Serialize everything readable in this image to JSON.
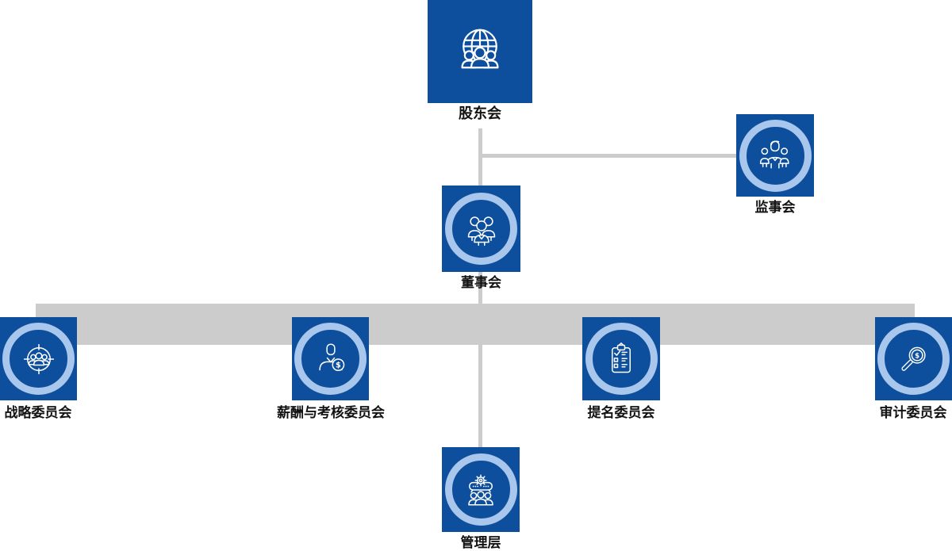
{
  "diagram": {
    "type": "org-chart",
    "background": "#ffffff",
    "colors": {
      "node_fill": "#0d4f9c",
      "ring": "#a9c6ec",
      "connector": "#cccccc",
      "icon_stroke": "#ffffff",
      "label": "#121212"
    },
    "nodes": [
      {
        "id": "shareholders",
        "label": "股东会",
        "icon": "globe-people-icon",
        "has_ring": false
      },
      {
        "id": "supervisory_board",
        "label": "监事会",
        "icon": "family-group-icon",
        "has_ring": true
      },
      {
        "id": "board_of_directors",
        "label": "董事会",
        "icon": "people-group-icon",
        "has_ring": true
      },
      {
        "id": "strategy_committee",
        "label": "战略委员会",
        "icon": "target-team-icon",
        "has_ring": true
      },
      {
        "id": "compensation_committee",
        "label": "薪酬与考核委员会",
        "icon": "person-dollar-icon",
        "has_ring": true
      },
      {
        "id": "nomination_committee",
        "label": "提名委员会",
        "icon": "clipboard-checklist-icon",
        "has_ring": true
      },
      {
        "id": "audit_committee",
        "label": "审计委员会",
        "icon": "magnifier-dollar-icon",
        "has_ring": true
      },
      {
        "id": "management",
        "label": "管理层",
        "icon": "people-banner-gear-icon",
        "has_ring": true
      }
    ],
    "connections": [
      {
        "from": "shareholders",
        "to": "board_of_directors"
      },
      {
        "from": "shareholders",
        "to": "supervisory_board"
      },
      {
        "from": "board_of_directors",
        "to": "management"
      },
      {
        "from": "board_of_directors",
        "to": "strategy_committee"
      },
      {
        "from": "board_of_directors",
        "to": "compensation_committee"
      },
      {
        "from": "board_of_directors",
        "to": "nomination_committee"
      },
      {
        "from": "board_of_directors",
        "to": "audit_committee"
      }
    ],
    "glyphs": {
      "dollar": "$"
    }
  }
}
